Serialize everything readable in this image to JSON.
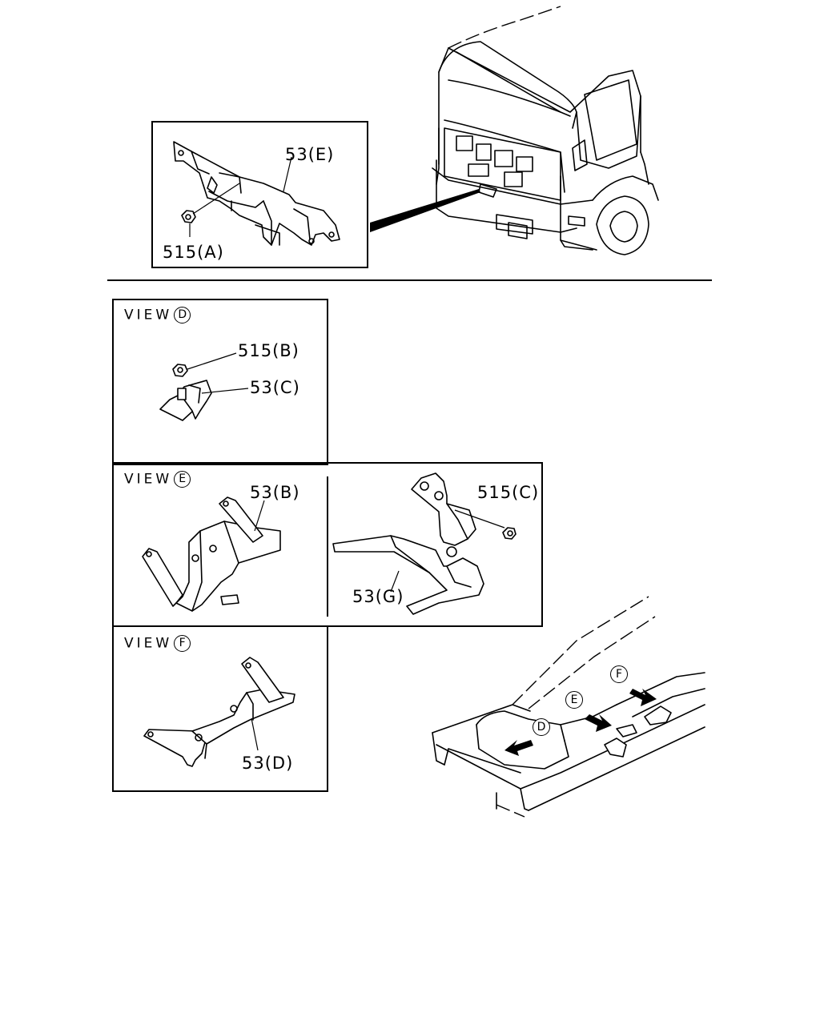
{
  "parts": {
    "p53e": "53(E)",
    "p515a": "515(A)",
    "p515b": "515(B)",
    "p53c": "53(C)",
    "p53b": "53(B)",
    "p515c": "515(C)",
    "p53g": "53(G)",
    "p53d": "53(D)"
  },
  "views": {
    "d": {
      "prefix": "VIEW",
      "letter": "D"
    },
    "e": {
      "prefix": "VIEW",
      "letter": "E"
    },
    "f": {
      "prefix": "VIEW",
      "letter": "F"
    }
  },
  "frame_markers": {
    "d": "D",
    "e": "E",
    "f": "F"
  }
}
